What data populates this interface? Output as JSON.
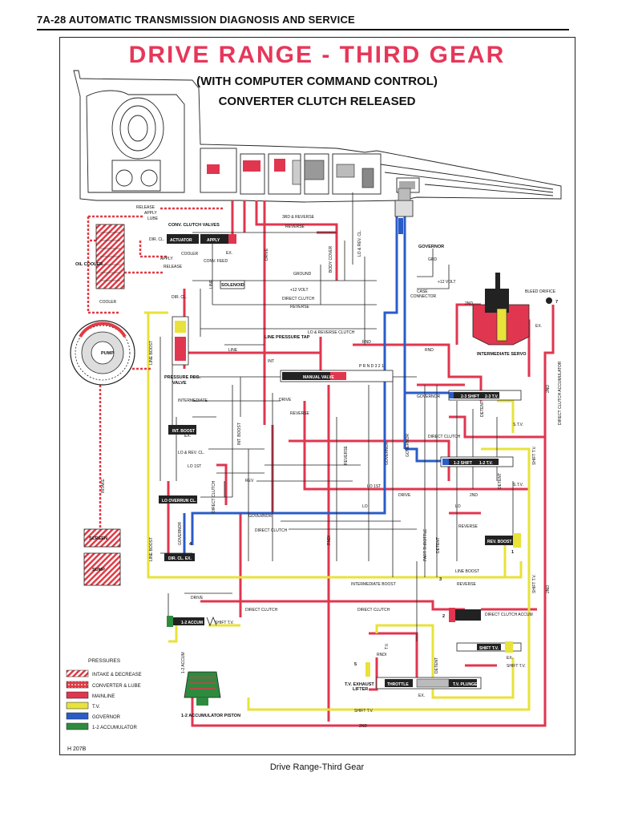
{
  "header": {
    "page_title": "7A-28 AUTOMATIC TRANSMISSION DIAGNOSIS AND SERVICE"
  },
  "diagram": {
    "title": "DRIVE RANGE - THIRD GEAR",
    "subtitle_1": "(WITH COMPUTER COMMAND CONTROL)",
    "subtitle_2": "CONVERTER CLUTCH RELEASED",
    "code": "H 207B",
    "caption": "Drive Range-Third Gear",
    "colors": {
      "intake": "#e23a44",
      "mainline": "#e0364f",
      "tv": "#e8e23a",
      "governor": "#2a5cc8",
      "accumulator": "#2e8b3e",
      "exhaust": "#222222"
    },
    "components": {
      "conv_clutch_valves": "CONV. CLUTCH VALVES",
      "actuator": "ACTUATOR",
      "apply": "APPLY",
      "oil_cooler": "OIL COOLER",
      "pump": "PUMP",
      "pressure_reg_valve_1": "PRESSURE REG.",
      "pressure_reg_valve_2": "VALVE",
      "solenoid": "SOLENOID",
      "governor": "GOVERNOR",
      "grd": "GRD",
      "volt": "+12 VOLT",
      "case_connector_1": "CASE",
      "case_connector_2": "CONNECTOR",
      "bleed_orifice": "BLEED ORIFICE",
      "intermediate_servo": "INTERMEDIATE SERVO",
      "manual_valve": "MANUAL VALVE",
      "line_pressure_tap": "LINE PRESSURE TAP",
      "int_boost": "INT. BOOST",
      "lo_overrun_cl": "LO OVERRUN CL.",
      "dir_cl_ex": "DIR. CL. EX.",
      "screen": "SCREEN",
      "sump": "SUMP",
      "shift_2_3": "2-3 SHIFT",
      "tv_2_3": "2-3 T.V.",
      "shift_1_2": "1-2 SHIFT",
      "tv_1_2": "1-2 T.V.",
      "rev_boost": "REV. BOOST",
      "shift_tv": "SHIFT T.V.",
      "accum_1_2": "1-2 ACCUM",
      "accumulator_piston": "1-2 ACCUMULATOR PISTON",
      "throttle": "THROTTLE",
      "tv_plunger": "T.V. PLUNGER",
      "tv_exhaust_lifter_1": "T.V. EXHAUST",
      "tv_exhaust_lifter_2": "LIFTER",
      "direct_clutch_accum": "DIRECT CLUTCH ACCUM",
      "prnd": "P  R  N  D  3  2  1"
    },
    "line_labels": {
      "release": "RELEASE",
      "apply": "APPLY",
      "lube": "LUBE",
      "third_reverse": "3RD & REVERSE",
      "reverse": "REVERSE",
      "dir_cl": "DIR. CL.",
      "cooler": "COOLER",
      "conv_feed": "CONV. FEED",
      "ex": "EX.",
      "ground": "GROUND",
      "direct_clutch": "DIRECT CLUTCH",
      "lo_reverse_clutch": "LO & REVERSE CLUTCH",
      "rnd": "RND",
      "drive": "DRIVE",
      "line": "LINE",
      "line_boost": "LINE BOOST",
      "intermediate": "INTERMEDIATE",
      "lo_rev_cl": "LO & REV. CL.",
      "lo_1st": "LO 1ST",
      "rev": "REV",
      "governor": "GOVERNOR",
      "intake": "INTAKE",
      "int": "INT",
      "lo": "LO",
      "second": "2ND",
      "stv": "S.T.V.",
      "rndi": "RNDI",
      "intermediate_boost": "INTERMEDIATE BOOST",
      "part_throttle": "PART THROTTLE",
      "detent": "DETENT",
      "tv": "T.V.",
      "direct_clutch_accum": "DIRECT CLUTCH ACCUM",
      "body_cover": "BODY COVER",
      "lo_rev_cl_vertical": "LO & REV. CL.",
      "direct_clutch_accumulator": "DIRECT CLUTCH ACCUMULATOR"
    },
    "numbers": [
      "1",
      "2",
      "3",
      "4",
      "5",
      "7"
    ]
  },
  "legend": {
    "title": "PRESSURES",
    "items": [
      {
        "label": "INTAKE & DECREASE",
        "color": "#e23a44",
        "pattern": "hatched"
      },
      {
        "label": "CONVERTER & LUBE",
        "color": "#e23a44",
        "pattern": "dotted"
      },
      {
        "label": "MAINLINE",
        "color": "#e0364f",
        "pattern": "solid"
      },
      {
        "label": "T.V.",
        "color": "#e8e23a",
        "pattern": "solid"
      },
      {
        "label": "GOVERNOR",
        "color": "#2a5cc8",
        "pattern": "solid"
      },
      {
        "label": "1-2 ACCUMULATOR",
        "color": "#2e8b3e",
        "pattern": "solid"
      }
    ]
  }
}
